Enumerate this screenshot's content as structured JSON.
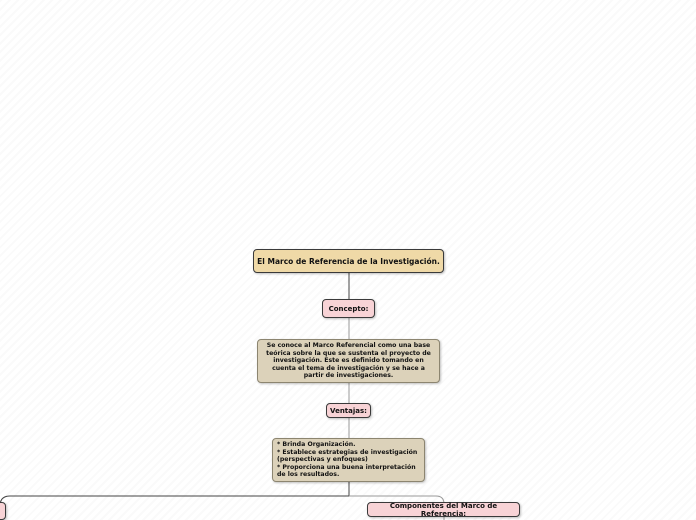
{
  "mindmap": {
    "root": "El Marco de Referencia de la Investigación.",
    "concepto_label": "Concepto:",
    "concepto_text": "Se conoce al Marco Referencial como una base teórica sobre la que se sustenta el proyecto de investigación. Este es definido tomando en cuenta el tema de investigación y se hace a partir de investigaciones.",
    "ventajas_label": "Ventajas:",
    "ventajas_text": "* Brinda Organización.\n* Establece estrategias de investigación (perspectivas y enfoques)\n* Proporciona una buena interpretación de los resultados.",
    "componentes_label": "Componentes del Marco de Referencia:"
  },
  "colors": {
    "root_fill": "#efd9a7",
    "label_fill": "#f8d3d6",
    "text_fill": "#dcd2ba",
    "connector": "#555555"
  }
}
